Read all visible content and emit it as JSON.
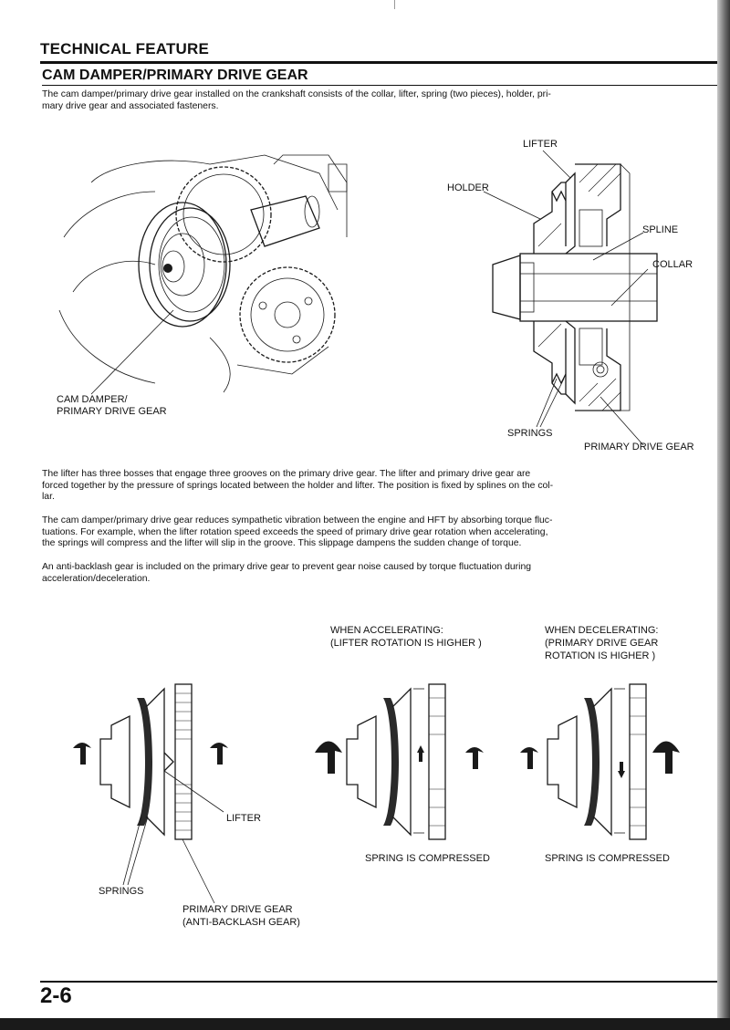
{
  "header": {
    "section_title": "TECHNICAL FEATURE",
    "heading": "CAM DAMPER/PRIMARY DRIVE GEAR"
  },
  "intro": {
    "line1": "The cam damper/primary drive gear installed on the crankshaft consists of the collar, lifter, spring (two pieces), holder, pri-",
    "line2": "mary drive gear and associated fasteners."
  },
  "figure1": {
    "left_label_1": "CAM DAMPER/",
    "left_label_2": "PRIMARY DRIVE GEAR",
    "lifter": "LIFTER",
    "holder": "HOLDER",
    "spline": "SPLINE",
    "collar": "COLLAR",
    "springs": "SPRINGS",
    "primary_drive_gear": "PRIMARY DRIVE GEAR"
  },
  "body": {
    "p1_l1": "The lifter has three bosses that engage three grooves on the primary drive gear. The lifter and primary drive gear are",
    "p1_l2": "forced together by the pressure of springs located between the holder and lifter. The position is fixed by splines on the col-",
    "p1_l3": "lar.",
    "p2_l1": "The cam damper/primary drive gear reduces sympathetic vibration between the engine and HFT by absorbing torque fluc-",
    "p2_l2": "tuations. For example, when the lifter rotation speed exceeds the speed of primary drive gear rotation when accelerating,",
    "p2_l3": "the springs will compress and the lifter will slip in the groove. This slippage dampens the sudden change of torque.",
    "p3_l1": "An anti-backlash gear is included on the primary drive gear to prevent gear noise caused by torque fluctuation during",
    "p3_l2": "acceleration/deceleration."
  },
  "figure2": {
    "accel_1": "WHEN ACCELERATING:",
    "accel_2": "(LIFTER ROTATION IS HIGHER )",
    "decel_1": "WHEN DECELERATING:",
    "decel_2": "(PRIMARY DRIVE GEAR",
    "decel_3": "ROTATION IS HIGHER )",
    "lifter": "LIFTER",
    "springs": "SPRINGS",
    "pdg_1": "PRIMARY DRIVE GEAR",
    "pdg_2": "(ANTI-BACKLASH GEAR)",
    "compressed_1": "SPRING IS COMPRESSED",
    "compressed_2": "SPRING IS COMPRESSED"
  },
  "footer": {
    "page_number": "2-6"
  }
}
